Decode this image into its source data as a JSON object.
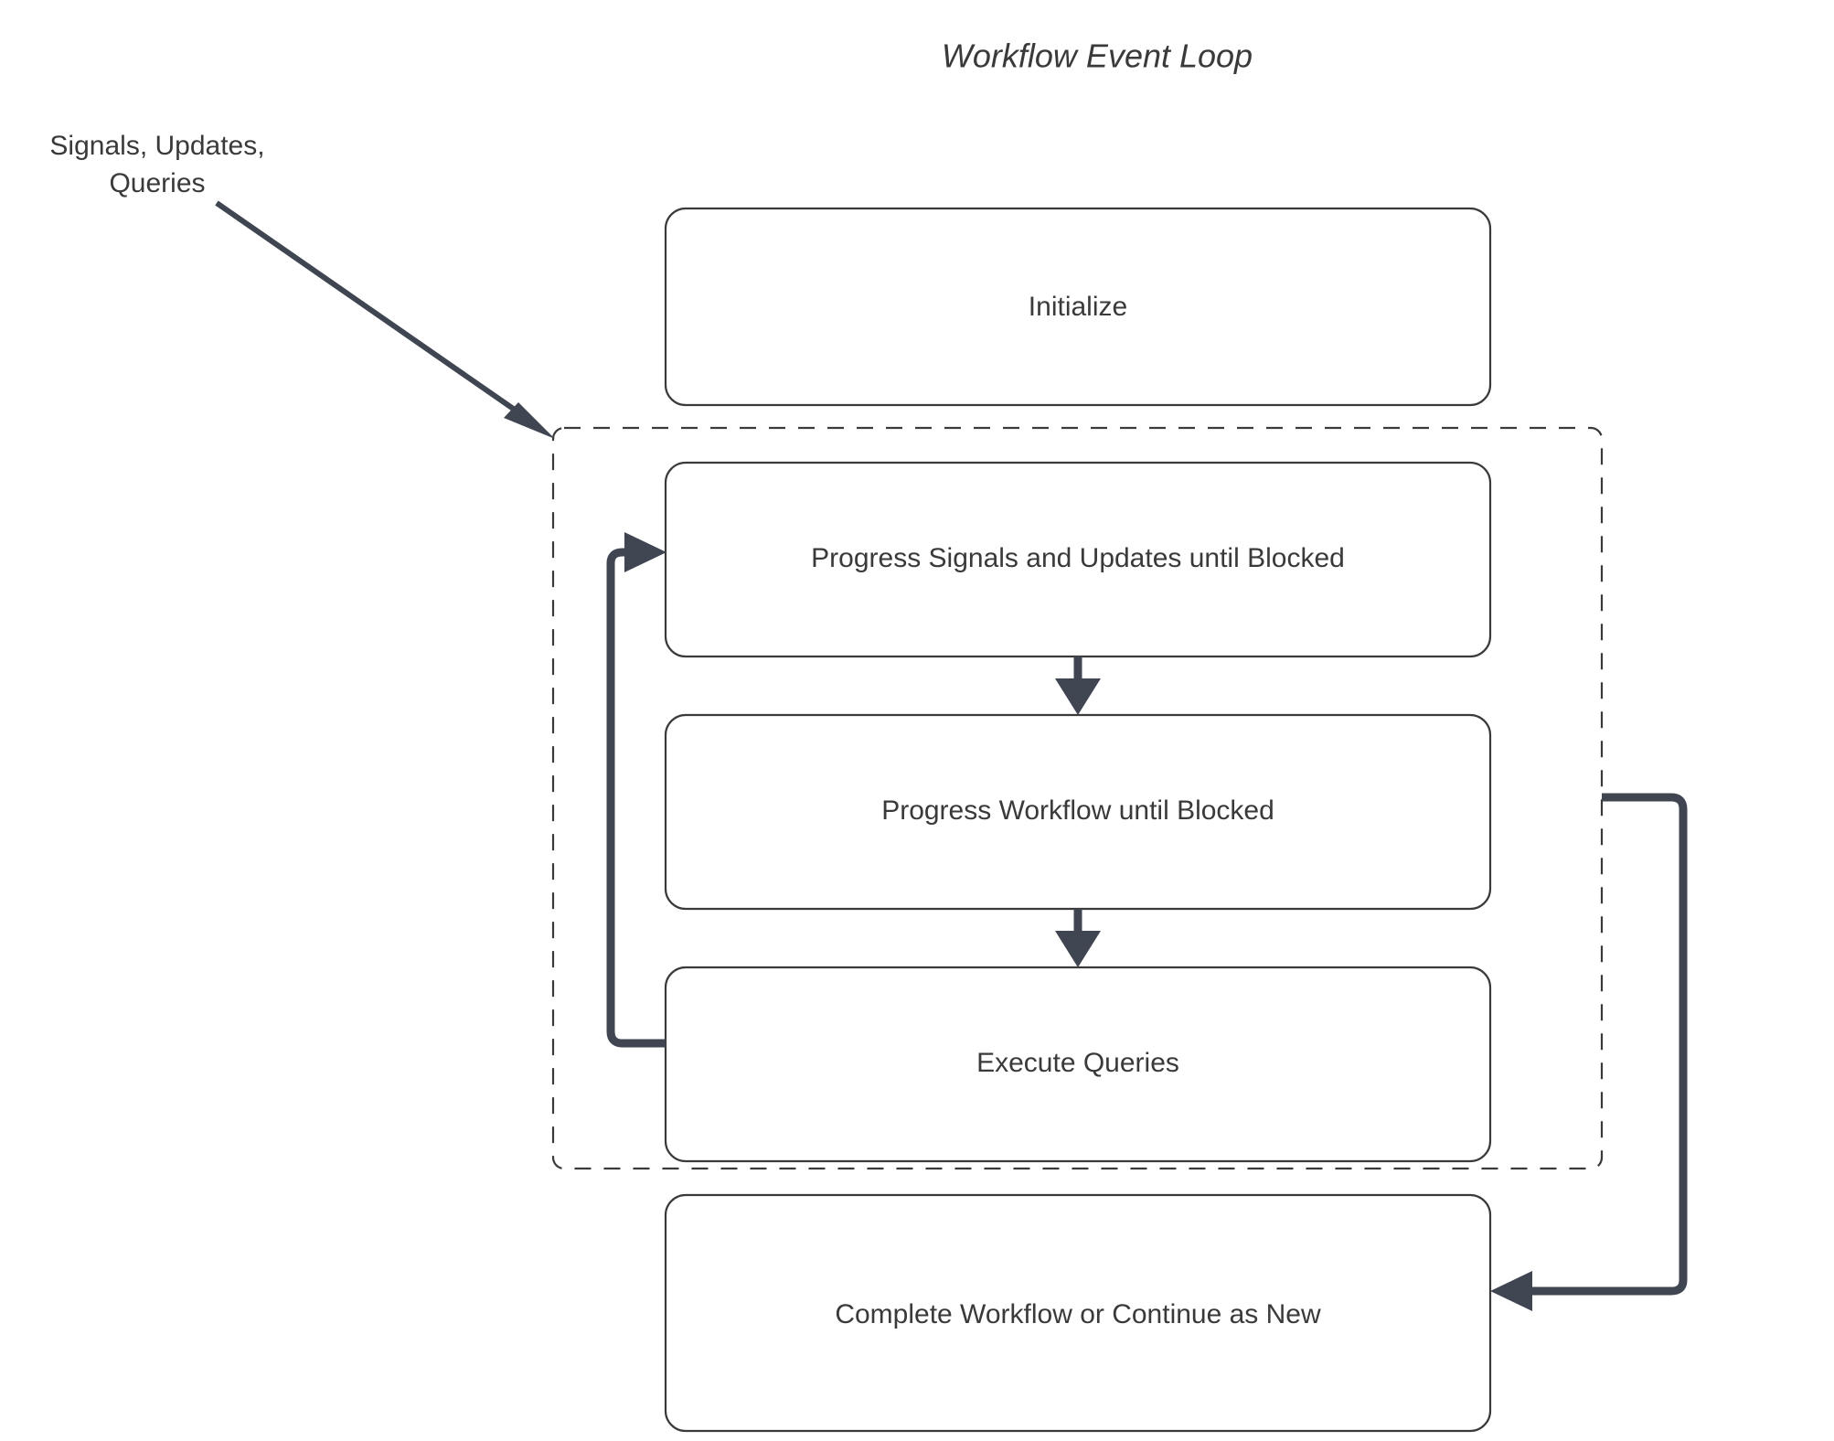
{
  "diagram": {
    "title": "Workflow Event Loop",
    "type": "flowchart",
    "background_color": "#ffffff",
    "node_stroke_color": "#3a3a3a",
    "edge_color": "#404552",
    "text_color": "#3a3a3a",
    "nodes": [
      {
        "id": "initialize",
        "label": "Initialize"
      },
      {
        "id": "progress-signals",
        "label": "Progress Signals and Updates until Blocked"
      },
      {
        "id": "progress-workflow",
        "label": "Progress Workflow until Blocked"
      },
      {
        "id": "execute-queries",
        "label": "Execute Queries"
      },
      {
        "id": "complete-workflow",
        "label": "Complete Workflow or Continue as New"
      }
    ],
    "edge_labels": {
      "external_input_line1": "Signals, Updates,",
      "external_input_line2": "Queries"
    },
    "group": {
      "id": "event-loop-group",
      "style": "dashed",
      "label": ""
    }
  }
}
